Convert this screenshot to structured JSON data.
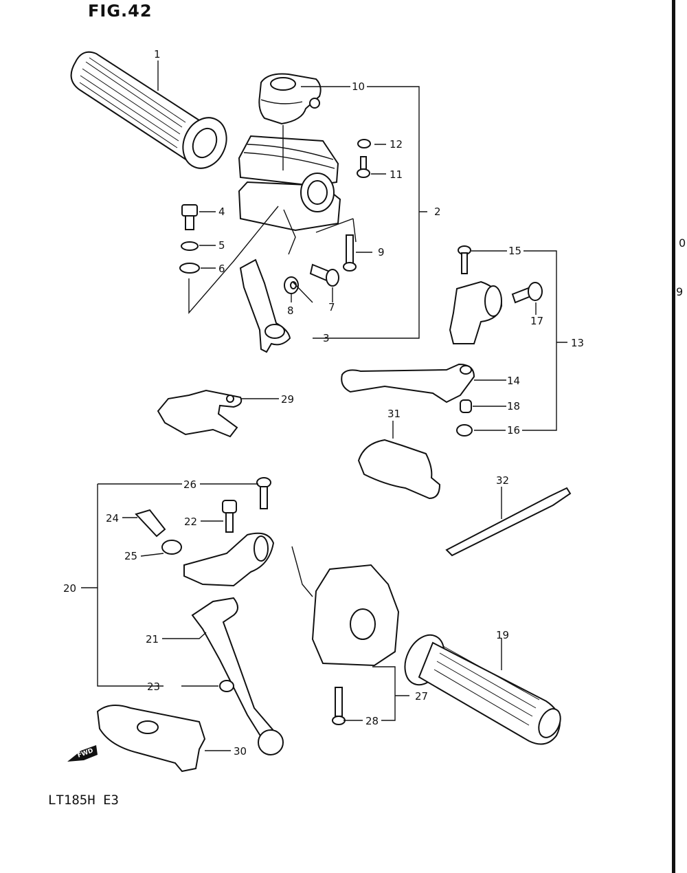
{
  "figure": {
    "title": "FIG.42",
    "model": "LT185H  E3",
    "edge_marks": [
      "0",
      "9"
    ]
  },
  "callouts": [
    {
      "id": "1",
      "part": "grip-left"
    },
    {
      "id": "2",
      "part": "throttle-assembly"
    },
    {
      "id": "3",
      "part": "throttle-lever"
    },
    {
      "id": "4",
      "part": "cap-bolt"
    },
    {
      "id": "5",
      "part": "washer"
    },
    {
      "id": "6",
      "part": "washer"
    },
    {
      "id": "7",
      "part": "screw"
    },
    {
      "id": "8",
      "part": "nut"
    },
    {
      "id": "9",
      "part": "screw"
    },
    {
      "id": "10",
      "part": "throttle-case-cover"
    },
    {
      "id": "11",
      "part": "screw"
    },
    {
      "id": "12",
      "part": "nut"
    },
    {
      "id": "13",
      "part": "front-brake-lever-assembly"
    },
    {
      "id": "14",
      "part": "front-brake-lever"
    },
    {
      "id": "15",
      "part": "bolt"
    },
    {
      "id": "16",
      "part": "nut"
    },
    {
      "id": "17",
      "part": "bolt"
    },
    {
      "id": "18",
      "part": "spacer"
    },
    {
      "id": "19",
      "part": "grip-right"
    },
    {
      "id": "20",
      "part": "rear-brake-lever-assembly"
    },
    {
      "id": "21",
      "part": "rear-brake-lever"
    },
    {
      "id": "22",
      "part": "bolt"
    },
    {
      "id": "23",
      "part": "nut"
    },
    {
      "id": "24",
      "part": "adjuster"
    },
    {
      "id": "25",
      "part": "lock-nut"
    },
    {
      "id": "26",
      "part": "bolt"
    },
    {
      "id": "27",
      "part": "handlebar-switch"
    },
    {
      "id": "28",
      "part": "screw"
    },
    {
      "id": "29",
      "part": "parking-lock"
    },
    {
      "id": "30",
      "part": "lever-guard"
    },
    {
      "id": "31",
      "part": "lever-cover"
    },
    {
      "id": "32",
      "part": "cable-tie"
    }
  ],
  "fwd_label": "FWD"
}
